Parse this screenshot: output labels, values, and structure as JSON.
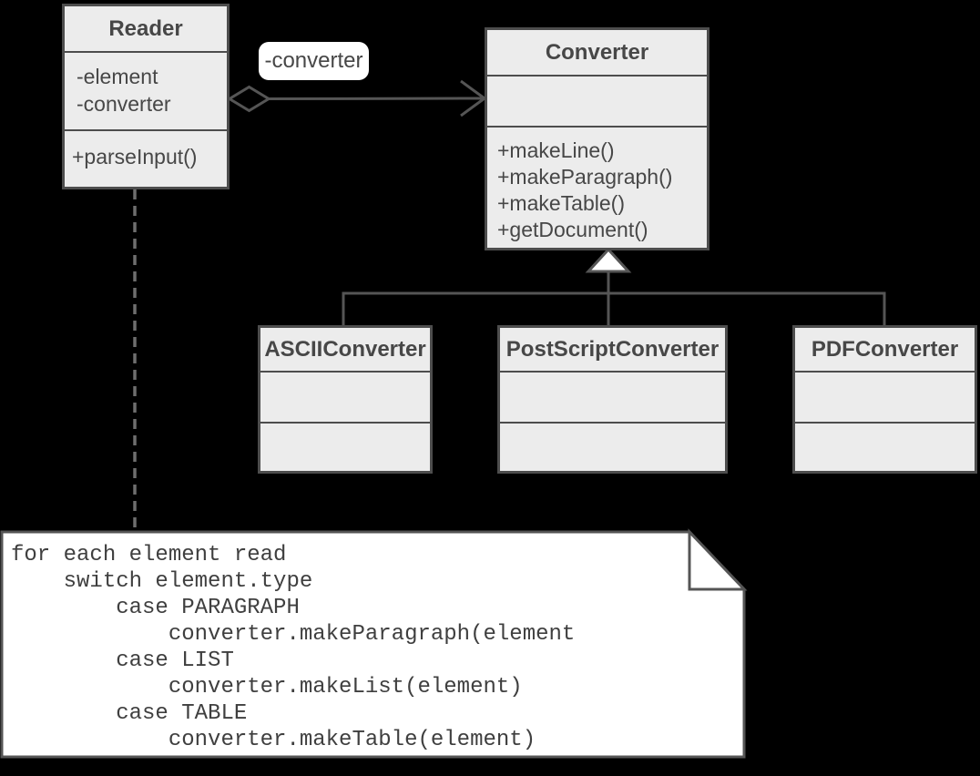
{
  "colors": {
    "bg": "#000000",
    "box-fill": "#ececec",
    "box-border": "#4d4d4d",
    "line": "#555555",
    "dash-line": "#6e6e6e",
    "text-color": "#474747",
    "note-fill": "#ffffff",
    "note-text": "#3f3f3f"
  },
  "classes": {
    "reader": {
      "name": "Reader",
      "attributes": [
        "-element",
        "-converter"
      ],
      "methods": [
        "+parseInput()"
      ]
    },
    "converter": {
      "name": "Converter",
      "attributes": [],
      "methods": [
        "+makeLine()",
        "+makeParagraph()",
        "+makeTable()",
        "+getDocument()"
      ]
    },
    "ascii": {
      "name": "ASCIIConverter"
    },
    "postscript": {
      "name": "PostScriptConverter"
    },
    "pdf": {
      "name": "PDFConverter"
    }
  },
  "relationships": {
    "aggregation": {
      "from": "Reader",
      "to": "Converter",
      "label": "-converter",
      "kind": "aggregation-with-open-arrow"
    },
    "inheritance": {
      "parent": "Converter",
      "children": [
        "ASCIIConverter",
        "PostScriptConverter",
        "PDFConverter"
      ]
    },
    "note_anchor": {
      "from": "Reader",
      "to": "note",
      "style": "dashed"
    }
  },
  "note": {
    "code": "for each element read\n    switch element.type\n        case PARAGRAPH\n            converter.makeParagraph(element\n        case LIST\n            converter.makeList(element)\n        case TABLE\n            converter.makeTable(element)"
  }
}
